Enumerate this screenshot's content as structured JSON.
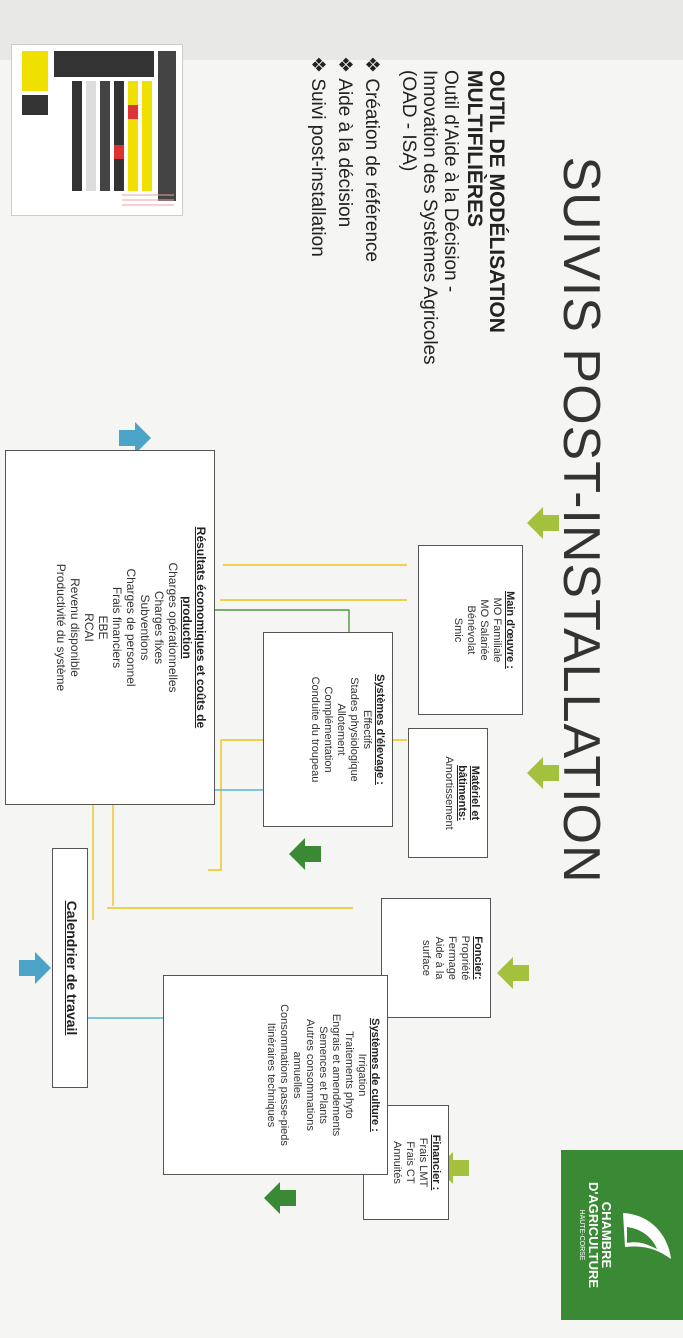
{
  "title": "SUIVIS POST-INSTALLATION",
  "logo": {
    "line1": "CHAMBRE",
    "line2": "D'AGRICULTURE",
    "line3": "HAUTE-CORSE"
  },
  "tool": {
    "title_line1": "OUTIL DE MODÉLISATION",
    "title_line2": "MULTIFILIÈRES",
    "subtitle_line1": "Outil d'Aide à la Décision -",
    "subtitle_line2": "Innovation des Systèmes Agricoles",
    "subtitle_line3": "(OAD - ISA)"
  },
  "bullets": [
    "Création de référence",
    "Aide à la décision",
    "Suivi post-installation"
  ],
  "boxes": {
    "main_oeuvre": {
      "heading": "Main d'œuvre :",
      "items": [
        "MO Familiale",
        "MO Salariée",
        "Bénévolat",
        "Smic"
      ]
    },
    "materiel": {
      "heading_line1": "Matériel et",
      "heading_line2": "bâtiments:",
      "items": [
        "Amortissement"
      ]
    },
    "foncier": {
      "heading": "Foncier:",
      "items": [
        "Propriété",
        "Fermage",
        "Aide à la",
        "surface"
      ]
    },
    "financier": {
      "heading": "Financier :",
      "items": [
        "Frais LMT",
        "Frais CT",
        "Annuités"
      ]
    },
    "elevage": {
      "heading": "Systèmes d'élevage :",
      "items": [
        "Effectifs",
        "Stades physiologique",
        "Allotement",
        "Complémentation",
        "Conduite du troupeau"
      ]
    },
    "culture": {
      "heading": "Systèmes de culture :",
      "items": [
        "Irrigation",
        "Traitements phyto",
        "Engrais et amendements",
        "Semences et Plants",
        "Autres consommations",
        "annuelles",
        "Consommations passe-pieds",
        "Itinéraires techniques"
      ]
    },
    "resultats": {
      "heading_line1": "Résultats économiques et coûts de",
      "heading_line2": "production",
      "items": [
        "Charges opérationnelles",
        "Charges fixes",
        "Subventions",
        "Charges de personnel",
        "Frais financiers",
        "EBE",
        "RCAI",
        "Revenu disponible",
        "Productivité du système"
      ]
    },
    "calendrier": {
      "heading": "Calendrier de travail"
    }
  },
  "colors": {
    "input_arrow": "#a3c13d",
    "internal_arrow": "#3a8a35",
    "output_arrow": "#4ba3c7",
    "link_yellow": "#f0c419",
    "link_green": "#4d9a3c",
    "link_blue": "#5bb4d6",
    "brand": "#3a8a35"
  },
  "icons": [
    "logo-mark",
    "arrow-icon"
  ]
}
